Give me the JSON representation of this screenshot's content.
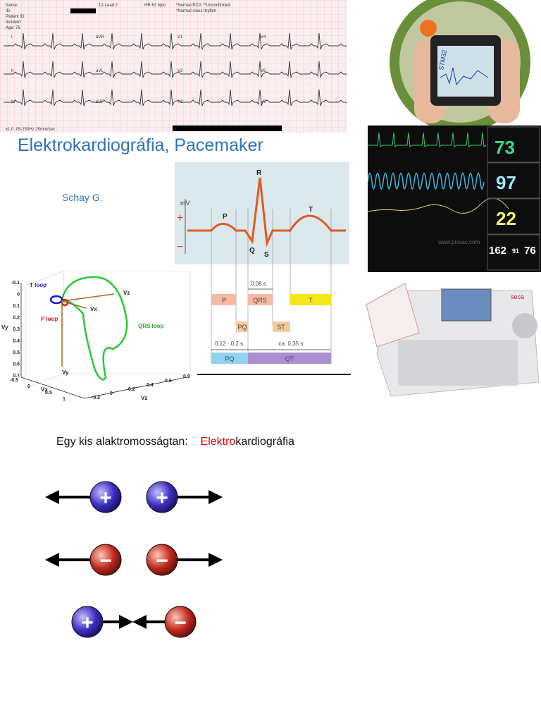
{
  "title": "Elektrokardiográfia, Pacemaker",
  "author": "Schay G.",
  "subtitle": {
    "prefix": "Egy kis alaktromosságtan:    ",
    "highlight": "Elektro",
    "suffix": "kardiográfia",
    "highlight_color": "#e00000"
  },
  "ecg_strip": {
    "header_left": [
      "Name:",
      "ID:",
      "Patient ID:",
      "Incident:",
      "Age: 76"
    ],
    "lead_label": "12-Lead 2",
    "rate": "HR 62 bpm",
    "interpretation": [
      "*Normal ECG **Unconfirmed",
      "*Normal sinus rhythm"
    ],
    "lead_names": [
      "I",
      "II",
      "III",
      "aVR",
      "aVL",
      "aVF",
      "V1",
      "V2",
      "V3",
      "V4",
      "V5",
      "V6"
    ],
    "footer": "x1.0 .05-150Hz 25mm/sec"
  },
  "device_photo": {
    "screen_label": "STM32"
  },
  "ecg_diagram": {
    "unit": "mV",
    "plus": "+",
    "minus": "−",
    "waves": [
      "P",
      "Q",
      "R",
      "S",
      "T"
    ],
    "segments": [
      {
        "label": "P",
        "color": "#f5b9a4"
      },
      {
        "label": "QRS",
        "color": "#f5b9a4"
      },
      {
        "label": "T",
        "color": "#f5e61a"
      },
      {
        "label": "PQ",
        "color": "#f8c99a"
      },
      {
        "label": "ST",
        "color": "#f8c99a"
      }
    ],
    "intervals": [
      {
        "label": "PQ",
        "color": "#8fd3f0"
      },
      {
        "label": "QT",
        "color": "#a98fd0"
      }
    ],
    "durations": {
      "qrs": "0,08 s",
      "pq": "0,12 - 0,2 s",
      "qt": "ca. 0,35 s"
    }
  },
  "monitor": {
    "hr": "73",
    "spo2": "97",
    "resp": "22",
    "nibp_sys": "162",
    "nibp_map": "91",
    "nibp_dia": "76",
    "watermark": "www.pixsac.com"
  },
  "vcg_plot": {
    "loops": [
      {
        "label": "T loop",
        "color": "#1a1ad0"
      },
      {
        "label": "P loop",
        "color": "#e01818"
      },
      {
        "label": "QRS loop",
        "color": "#22cc33"
      }
    ],
    "axis_labels": {
      "vx": "Vx",
      "vy": "Vy",
      "vz": "Vz"
    },
    "vy_ticks": [
      "-0.1",
      "0",
      "0.1",
      "0.2",
      "0.3",
      "0.4",
      "0.5",
      "0.6",
      "0.7"
    ],
    "vx_ticks": [
      "-0.5",
      "0",
      "0.5",
      "1"
    ],
    "vz_ticks": [
      "-0.2",
      "0",
      "0.2",
      "0.4",
      "0.6",
      "0.8"
    ]
  },
  "ecg_machine": {
    "brand": "seca"
  },
  "charges": {
    "plus": "+",
    "minus": "−",
    "plus_color": "#3a2fc0",
    "minus_color": "#c0281e"
  }
}
